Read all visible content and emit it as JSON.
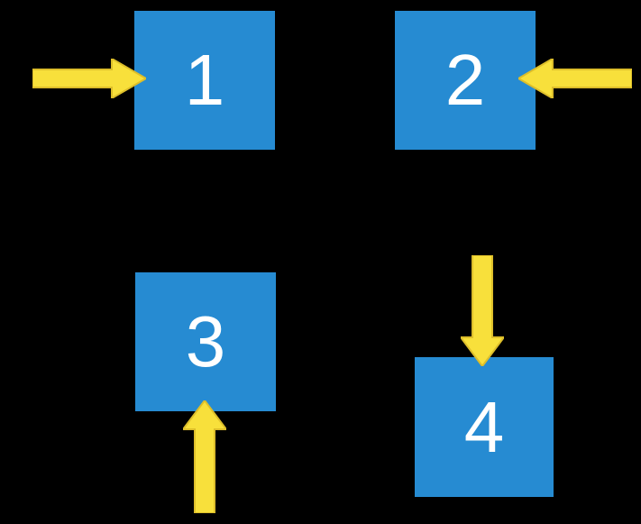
{
  "diagram": {
    "squares": [
      {
        "label": "1",
        "arrow_direction": "right"
      },
      {
        "label": "2",
        "arrow_direction": "left"
      },
      {
        "label": "3",
        "arrow_direction": "up"
      },
      {
        "label": "4",
        "arrow_direction": "down"
      }
    ]
  },
  "colors": {
    "background": "#000000",
    "square_fill": "#268BD2",
    "arrow_fill": "#F8E03B",
    "arrow_edge": "#DDBE2A",
    "label_text": "#FFFFFF"
  }
}
